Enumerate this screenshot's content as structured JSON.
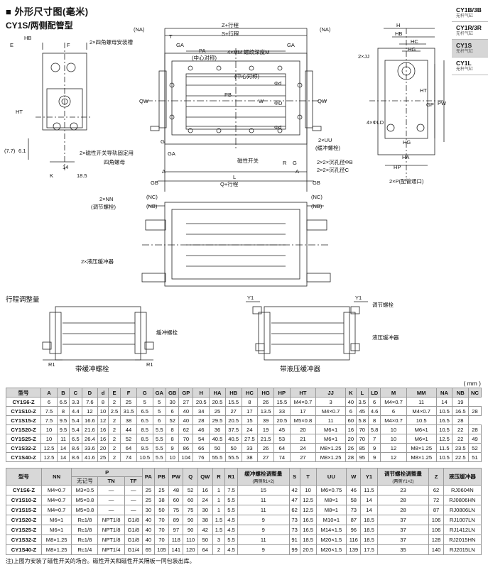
{
  "page": {
    "title": "■ 外形尺寸图(毫米)",
    "subtitle": "CY1S/两侧配管型",
    "unit": "( mm )",
    "note": "注)上图为安装了磁性开关的场合。磁性开关和磁性开关隔板一同包装出库。"
  },
  "nav": [
    {
      "code": "CY1B/3B",
      "desc": "无杆气缸",
      "active": false
    },
    {
      "code": "CY1R/3R",
      "desc": "无杆气缸",
      "active": false
    },
    {
      "code": "CY1S",
      "desc": "无杆气缸",
      "active": true
    },
    {
      "code": "CY1L",
      "desc": "无杆气缸",
      "active": false
    }
  ],
  "drawing_labels": {
    "e": "E",
    "f": "F",
    "hb": "HB",
    "ht": "HT",
    "k": "K",
    "d14": "14",
    "d185": "18.5",
    "d61": "6.1",
    "d77": "(7.7)",
    "na": "(NA)",
    "t": "T",
    "zstroke": "Z+行程",
    "sstroke": "S+行程",
    "ga": "GA",
    "pa": "PA",
    "center": "(中心对称)",
    "mm_depth": "4×MM 螺纹深度M",
    "nut_mount": "2×四角螺母安装槽",
    "qw": "QW",
    "pb": "PB",
    "pb_center": "(中心对称)",
    "w": "W",
    "phi_d": "Φd",
    "phi_d2": "ΦD",
    "g": "G",
    "a": "A",
    "l": "L",
    "r": "R",
    "gb": "GB",
    "qstroke": "Q+行程",
    "rail_label": "2×磁性开关导轨固定用",
    "square_nut": "四角螺母",
    "switch": "磁性开关",
    "uu": "2×UU",
    "cushion_bolt": "(缓冲螺栓)",
    "cb_hole": "2×2×沉孔径ΦB",
    "cc_hole": "2×2×沉孔径C",
    "h": "H",
    "hc": "HC",
    "hg": "HG",
    "jj": "2×JJ",
    "ld": "4×ΦLD",
    "hp": "HP",
    "ha": "HA",
    "gp": "GP",
    "pw": "PW",
    "p_port": "2×P(配管通口)",
    "nn": "2×NN",
    "adj_bolt": "(调节螺栓)",
    "nc": "(NC)",
    "nb": "(NB)",
    "shock_absorber": "2×液压缓冲器",
    "stroke_adj": "行程调整量",
    "cushion_bolt2": "缓冲螺栓",
    "r1": "R1",
    "y1": "Y1",
    "adj_bolt2": "调节螺栓",
    "shock_abs2": "液压缓冲器",
    "with_cushion": "带缓冲螺栓",
    "with_shock": "带液压缓冲器"
  },
  "table1": {
    "headers": [
      "型号",
      "A",
      "B",
      "C",
      "D",
      "d",
      "E",
      "F",
      "G",
      "GA",
      "GB",
      "GP",
      "H",
      "HA",
      "HB",
      "HC",
      "HG",
      "HP",
      "HT",
      "JJ",
      "K",
      "L",
      "LD",
      "M",
      "MM",
      "NA",
      "NB",
      "NC"
    ],
    "rows": [
      [
        "CY1S6-Z",
        "6",
        "6.5",
        "3.3",
        "7.6",
        "8",
        "2",
        "25",
        "5",
        "5",
        "30",
        "27",
        "20.5",
        "20.5",
        "15.5",
        "8",
        "26",
        "15.5",
        "M4×0.7",
        "3",
        "40",
        "3.5",
        "6",
        "M4×0.7",
        "11",
        "14",
        "19"
      ],
      [
        "CY1S10-Z",
        "7.5",
        "8",
        "4.4",
        "12",
        "10",
        "2.5",
        "31.5",
        "6.5",
        "5",
        "6",
        "40",
        "34",
        "25",
        "27",
        "17",
        "13.5",
        "33",
        "17",
        "M4×0.7",
        "6",
        "45",
        "4.6",
        "6",
        "M4×0.7",
        "10.5",
        "16.5",
        "28"
      ],
      [
        "CY1S15-Z",
        "7.5",
        "9.5",
        "5.4",
        "16.6",
        "12",
        "2",
        "38",
        "6.5",
        "6",
        "52",
        "40",
        "28",
        "29.5",
        "20.5",
        "15",
        "39",
        "20.5",
        "M5×0.8",
        "11",
        "60",
        "5.8",
        "8",
        "M4×0.7",
        "10.5",
        "16.5",
        "28"
      ],
      [
        "CY1S20-Z",
        "10",
        "9.5",
        "5.4",
        "21.6",
        "16",
        "2",
        "44",
        "8.5",
        "5.5",
        "8",
        "62",
        "46",
        "36",
        "37.5",
        "24",
        "19",
        "45",
        "20",
        "M6×1",
        "16",
        "70",
        "5.8",
        "10",
        "M6×1",
        "10.5",
        "22",
        "28"
      ],
      [
        "CY1S25-Z",
        "10",
        "11",
        "6.5",
        "26.4",
        "16",
        "2",
        "52",
        "8.5",
        "5.5",
        "8",
        "70",
        "54",
        "40.5",
        "40.5",
        "27.5",
        "21.5",
        "53",
        "21",
        "M6×1",
        "20",
        "70",
        "7",
        "10",
        "M6×1",
        "12.5",
        "22",
        "49"
      ],
      [
        "CY1S32-Z",
        "12.5",
        "14",
        "8.6",
        "33.6",
        "20",
        "2",
        "64",
        "9.5",
        "5.5",
        "9",
        "86",
        "66",
        "50",
        "50",
        "33",
        "26",
        "64",
        "24",
        "M8×1.25",
        "26",
        "85",
        "9",
        "12",
        "M8×1.25",
        "11.5",
        "23.5",
        "52"
      ],
      [
        "CY1S40-Z",
        "12.5",
        "14",
        "8.6",
        "41.6",
        "25",
        "2",
        "74",
        "10.5",
        "5.5",
        "10",
        "104",
        "76",
        "55.5",
        "55.5",
        "38",
        "27",
        "74",
        "27",
        "M8×1.25",
        "28",
        "95",
        "9",
        "12",
        "M8×1.25",
        "10.5",
        "22.5",
        "51"
      ]
    ]
  },
  "table2": {
    "h_model": "型号",
    "h_nn": "NN",
    "h_p": "P",
    "h_none": "无记号",
    "h_tn": "TN",
    "h_tf": "TF",
    "h_pa": "PA",
    "h_pb": "PB",
    "h_pw": "PW",
    "h_q": "Q",
    "h_qw": "QW",
    "h_r": "R",
    "h_r1": "R1",
    "h_cushion": "缓冲螺栓调整量",
    "h_cushion_sub": "(两侧R1×2)",
    "h_s": "S",
    "h_t": "T",
    "h_uu": "UU",
    "h_w": "W",
    "h_y1": "Y1",
    "h_adj": "调节螺栓调整量",
    "h_adj_sub": "(两侧Y1×2)",
    "h_z": "Z",
    "h_sa": "液压缓冲器",
    "rows": [
      [
        "CY1S6-Z",
        "M4×0.7",
        "M3×0.5",
        "—",
        "—",
        "25",
        "25",
        "48",
        "52",
        "16",
        "1",
        "7.5",
        "15",
        "42",
        "10",
        "M6×0.75",
        "46",
        "11.5",
        "23",
        "62",
        "RJ0604N"
      ],
      [
        "CY1S10-Z",
        "M4×0.7",
        "M5×0.8",
        "—",
        "—",
        "25",
        "38",
        "60",
        "60",
        "24",
        "1",
        "5.5",
        "11",
        "47",
        "12.5",
        "M8×1",
        "58",
        "14",
        "28",
        "72",
        "RJ0806HN"
      ],
      [
        "CY1S15-Z",
        "M4×0.7",
        "M5×0.8",
        "—",
        "—",
        "30",
        "50",
        "75",
        "75",
        "30",
        "1",
        "5.5",
        "11",
        "62",
        "12.5",
        "M8×1",
        "73",
        "14",
        "28",
        "87",
        "RJ0806LN"
      ],
      [
        "CY1S20-Z",
        "M6×1",
        "Rc1/8",
        "NPT1/8",
        "G1/8",
        "40",
        "70",
        "89",
        "90",
        "38",
        "1.5",
        "4.5",
        "9",
        "73",
        "16.5",
        "M10×1",
        "87",
        "18.5",
        "37",
        "106",
        "RJ1007LN"
      ],
      [
        "CY1S25-Z",
        "M6×1",
        "Rc1/8",
        "NPT1/8",
        "G1/8",
        "40",
        "70",
        "97",
        "90",
        "42",
        "1.5",
        "4.5",
        "9",
        "73",
        "16.5",
        "M14×1.5",
        "96",
        "18.5",
        "37",
        "106",
        "RJ1412LN"
      ],
      [
        "CY1S32-Z",
        "M8×1.25",
        "Rc1/8",
        "NPT1/8",
        "G1/8",
        "40",
        "70",
        "118",
        "110",
        "50",
        "3",
        "5.5",
        "11",
        "91",
        "18.5",
        "M20×1.5",
        "116",
        "18.5",
        "37",
        "128",
        "RJ2015HN"
      ],
      [
        "CY1S40-Z",
        "M8×1.25",
        "Rc1/4",
        "NPT1/4",
        "G1/4",
        "65",
        "105",
        "141",
        "120",
        "64",
        "2",
        "4.5",
        "9",
        "99",
        "20.5",
        "M20×1.5",
        "139",
        "17.5",
        "35",
        "140",
        "RJ2015LN"
      ]
    ]
  }
}
